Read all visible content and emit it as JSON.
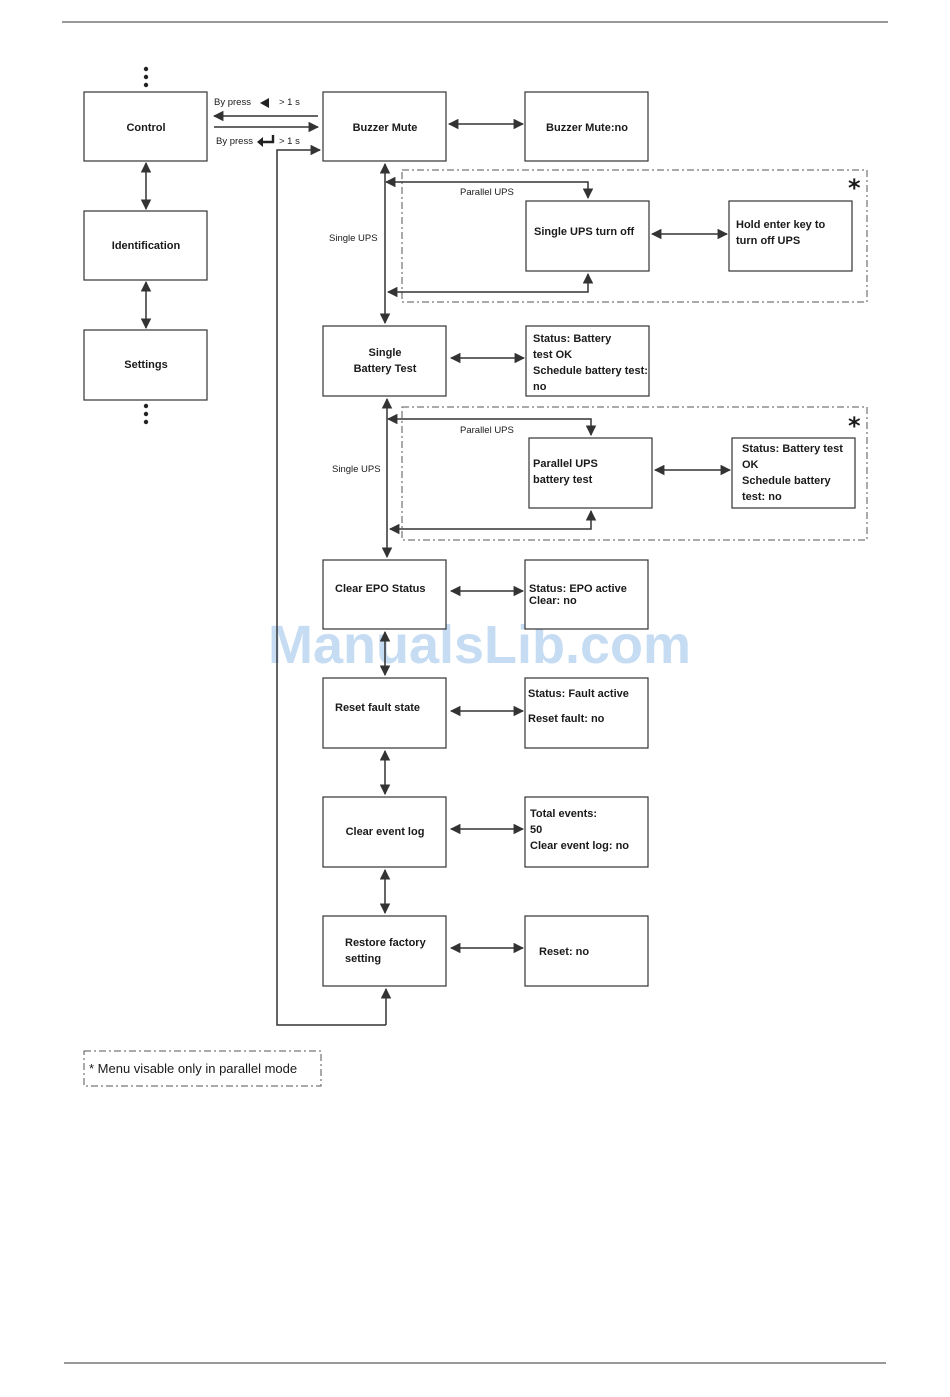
{
  "watermark": "ManualsLib.com",
  "nav": {
    "control": "Control",
    "identification": "Identification",
    "settings": "Settings",
    "by_press_back": "By press",
    "by_press_enter": "By press",
    "duration_back": "> 1 s",
    "duration_enter": "> 1 s",
    "back_key_icon": "left-triangle-icon",
    "enter_key_icon": "enter-key-icon"
  },
  "menu": {
    "buzzer_mute": "Buzzer Mute",
    "buzzer_mute_value": "Buzzer Mute:no",
    "single_ups_turn_off": "Single UPS turn off",
    "hold_enter_line1": "Hold enter key to",
    "hold_enter_line2": "turn off UPS",
    "single_battery_test_line1": "Single",
    "single_battery_test_line2": "Battery Test",
    "battery_status_line1": "Status: Battery",
    "battery_status_line2": "test OK",
    "battery_status_line3": "Schedule battery test:",
    "battery_status_line4": "no",
    "parallel_battery_test_line1": "Parallel UPS",
    "parallel_battery_test_line2": "battery test",
    "parallel_status_line1": "Status: Battery test",
    "parallel_status_line2": "OK",
    "parallel_status_line3": "Schedule battery",
    "parallel_status_line4": "test: no",
    "clear_epo_status": "Clear EPO Status",
    "epo_status_line1": "Status: EPO active",
    "epo_status_line2": "Clear: no",
    "reset_fault_state": "Reset fault state",
    "fault_status_line1": "Status: Fault active",
    "fault_status_line2": "Reset fault: no",
    "clear_event_log": "Clear event log",
    "event_log_line1": "Total events:",
    "event_log_line2": "50",
    "event_log_line3": "Clear event log: no",
    "restore_factory_line1": "Restore factory",
    "restore_factory_line2": "setting",
    "reset_value": "Reset: no"
  },
  "labels": {
    "parallel_ups_1": "Parallel UPS",
    "single_ups_1": "Single UPS",
    "parallel_ups_2": "Parallel UPS",
    "single_ups_2": "Single UPS",
    "star_1": "*",
    "star_2": "*"
  },
  "footnote": "* Menu visable only in parallel mode"
}
